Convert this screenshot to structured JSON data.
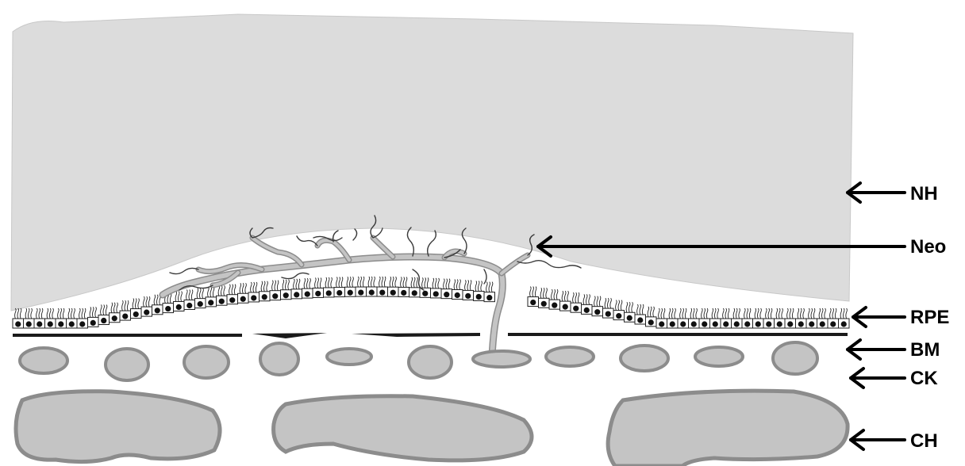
{
  "labels": {
    "nh": "NH",
    "neo": "Neo",
    "rpe": "RPE",
    "bm": "BM",
    "ck": "CK",
    "ch": "CH"
  },
  "colors": {
    "retina_fill": "#dcdcdc",
    "vessel_fill": "#c4c4c4",
    "vessel_stroke": "#8c8c8c",
    "cell_stroke": "#222222",
    "membrane": "#1a1a1a",
    "arrow": "#000000",
    "text": "#000000"
  }
}
